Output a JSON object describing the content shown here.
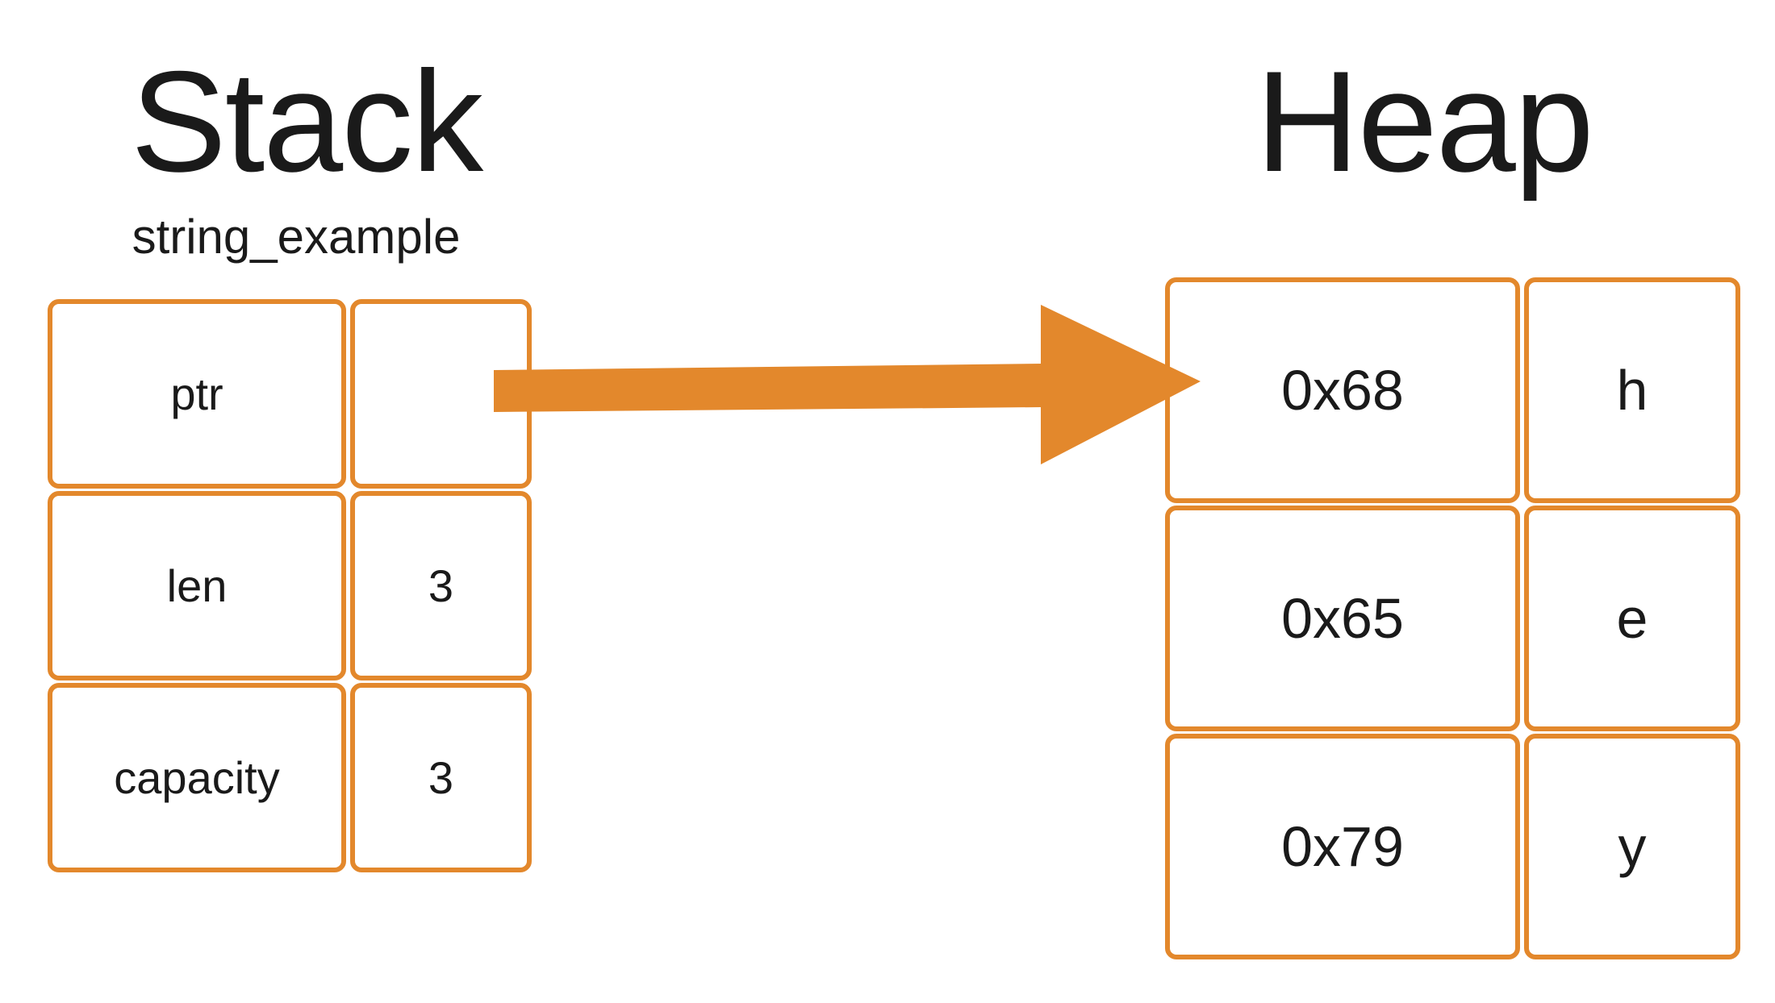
{
  "stack": {
    "title": "Stack",
    "variable_name": "string_example",
    "rows": [
      {
        "label": "ptr",
        "value": ""
      },
      {
        "label": "len",
        "value": "3"
      },
      {
        "label": "capacity",
        "value": "3"
      }
    ]
  },
  "heap": {
    "title": "Heap",
    "rows": [
      {
        "address": "0x68",
        "char": "h"
      },
      {
        "address": "0x65",
        "char": "e"
      },
      {
        "address": "0x79",
        "char": "y"
      }
    ]
  },
  "colors": {
    "accent": "#e3882c",
    "text": "#1a1a1a",
    "background": "#ffffff"
  }
}
